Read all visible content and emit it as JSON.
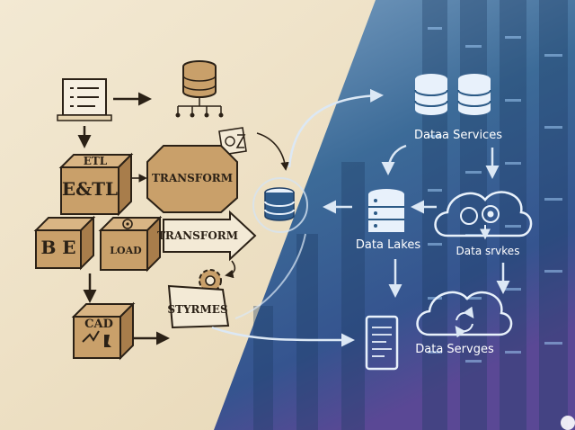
{
  "left_panel": {
    "etl_cube": {
      "top": "ETL",
      "front": "E&TL"
    },
    "transform_box": "TRANSFORM",
    "transform_arrow": "TRANSFORM",
    "load_cube": "LOAD",
    "b_cube": "B E",
    "stars_box": "STYRMES",
    "cad_cube": "CAD"
  },
  "right_panel": {
    "top_db_label": "Dataa Services",
    "data_lakes_label": "Data Lakes",
    "cloud_label": "Data srvkes",
    "bottom_label": "Data Servges"
  },
  "colors": {
    "paper": "#efe3c8",
    "ink": "#2b2116",
    "sketch_fill": "#c9a06a",
    "tech_blue": "#2c5a86",
    "tech_purple": "#5b4a93",
    "tech_icon": "#e8f1fb"
  }
}
